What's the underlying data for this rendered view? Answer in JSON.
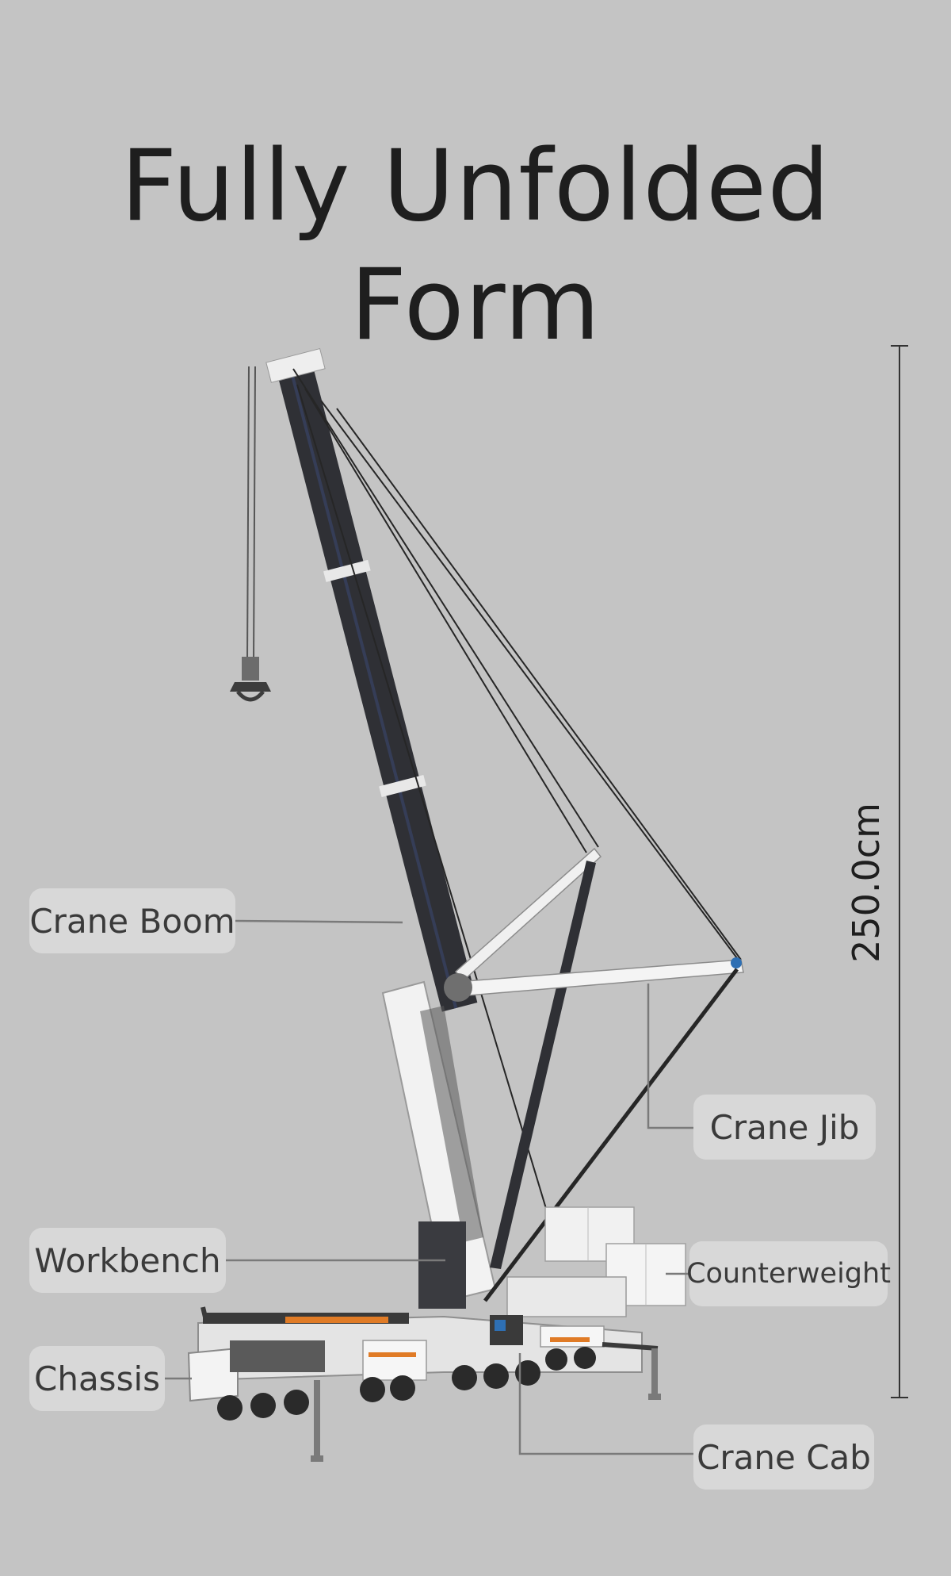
{
  "title": "Fully Unfolded Form",
  "dimension": {
    "label": "250.0cm"
  },
  "callouts": {
    "crane_boom": "Crane Boom",
    "crane_jib": "Crane Jib",
    "workbench": "Workbench",
    "counterweight": "Counterweight",
    "chassis": "Chassis",
    "crane_cab": "Crane Cab"
  },
  "colors": {
    "background": "#c4c4c4",
    "callout_fill": "#d8d8d8",
    "leader_line": "#7a7a7a",
    "boom_dark": "#2f3035",
    "body_white": "#f2f2f2",
    "accent_orange": "#e07b26",
    "accent_blue": "#2e6fb3"
  }
}
